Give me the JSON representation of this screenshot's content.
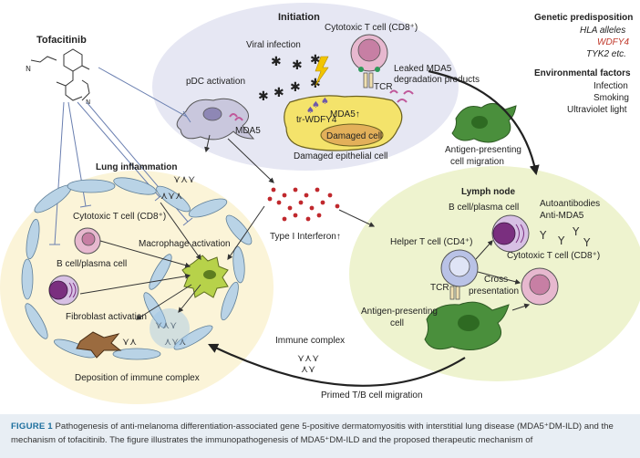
{
  "figure": {
    "initiation_title": "Initiation",
    "viral_infection": "Viral infection",
    "ctl_top": "Cytotoxic T cell (CD8⁺)",
    "tcr_top": "TCR",
    "leaked_line1": "Leaked MDA5",
    "leaked_line2": "degradation products",
    "pdc_activation": "pDC activation",
    "mda5_left": "MDA5",
    "mda5_up": "MDA5↑",
    "tr_wdfy4": "tr-WDFY4",
    "damaged_cell": "Damaged cell",
    "damaged_epithelial": "Damaged epithelial cell",
    "genetic_title": "Genetic predisposition",
    "hla": "HLA alleles",
    "wdfy4": "WDFY4",
    "tyk2": "TYK2 etc.",
    "env_title": "Environmental factors",
    "env_infection": "Infection",
    "env_smoking": "Smoking",
    "env_uv": "Ultraviolet light",
    "apc_migration_line1": "Antigen-presenting",
    "apc_migration_line2": "cell migration",
    "tofacitinib": "Tofacitinib",
    "lung_title": "Lung inflammation",
    "ctl_lung": "Cytotoxic T cell (CD8⁺)",
    "b_cell_lung": "B cell/plasma cell",
    "macrophage": "Macrophage activation",
    "fibroblast": "Fibroblast activation",
    "deposition": "Deposition of immune complex",
    "type1_ifn": "Type I Interferon↑",
    "lymph_title": "Lymph node",
    "b_cell_ln": "B cell/plasma cell",
    "autoantibodies": "Autoantibodies",
    "anti_mda5": "Anti-MDA5",
    "helper_t": "Helper T cell (CD4⁺)",
    "ctl_ln": "Cytotoxic T cell (CD8⁺)",
    "cross_line1": "Cross",
    "cross_line2": "presentation",
    "tcr_ln": "TCR",
    "apc_ln_line1": "Antigen-presenting",
    "apc_ln_line2": "cell",
    "immune_complex": "Immune complex",
    "primed_migration": "Primed T/B cell migration"
  },
  "caption": {
    "lead": "FIGURE 1",
    "text": "Pathogenesis of anti-melanoma differentiation-associated gene 5-positive dermatomyositis with interstitial lung disease (MDA5⁺DM-ILD) and the mechanism of tofacitinib. The figure illustrates the immunopathogenesis of MDA5⁺DM-ILD and the proposed therapeutic mechanism of"
  },
  "colors": {
    "initiation_bg": "#e6e7f3",
    "lung_bg": "#fbf4d8",
    "lymph_bg": "#eef3cf",
    "damaged_cell": "#f4e36b",
    "wdfy4_red": "#c0392b",
    "ifn_red": "#c0282d",
    "pink_cell": "#e7b8cf",
    "purple_nucleus": "#7a2f7f",
    "green_cell": "#4a8f3c",
    "caption_accent": "#1d6f9e"
  }
}
